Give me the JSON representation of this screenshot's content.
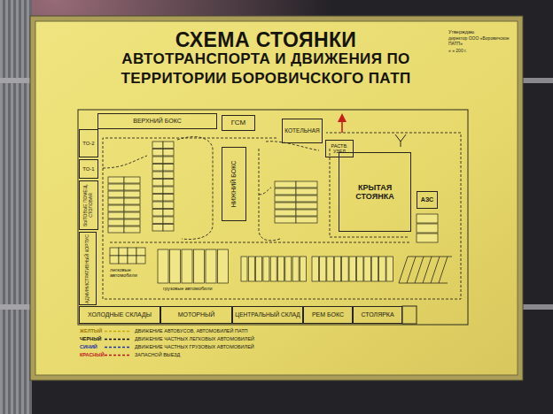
{
  "diagram": {
    "title": "СХЕМА СТОЯНКИ АВТОТРАНСПОРТА И ДВИЖЕНИЯ ПО ТЕРРИТОРИИ БОРОВИЧСКОГО ПАТП",
    "nodes": [
      {
        "text": [
          "ВЕРХНИЙ БОКС"
        ]
      },
      {
        "text": [
          "ГСМ"
        ]
      },
      {
        "text": [
          "КОТЕЛЬНАЯ"
        ]
      },
      {
        "text": [
          "ТО-2"
        ]
      },
      {
        "text": [
          "ТО-1"
        ]
      },
      {
        "text": [
          "РАСТВ. УЗЕЛ"
        ]
      },
      {
        "text": [
          "НИЖНИЙ БОКС"
        ]
      },
      {
        "text": [
          "КРЫТАЯ СТОЯНКА"
        ]
      },
      {
        "text": [
          "БЫТОВЫЕ ПОМЕЩ.",
          "СТОЛОВАЯ"
        ]
      },
      {
        "text": [
          "АЗС"
        ]
      },
      {
        "text": [
          "АДМИНИСТРАТИВНЫЙ КОРПУС"
        ]
      },
      {
        "text": [
          "ХОЛОДНЫЕ СКЛАДЫ"
        ]
      },
      {
        "text": [
          "МОТОРНЫЙ"
        ]
      },
      {
        "text": [
          "ЦЕНТРАЛЬНЫЙ СКЛАД"
        ]
      },
      {
        "text": [
          "РЕМ БОКС"
        ]
      },
      {
        "text": [
          "СТОЛЯРКА"
        ]
      }
    ],
    "labels": [
      "Утверждаю",
      "директор ООО «Боровичское ПАТП»",
      "« » 200 г.",
      "легковые автомобили",
      "грузовые автомобили",
      "ЖЕЛТЫЙ",
      "ЧЕРНЫЙ",
      "СИНИЙ",
      "КРАСНЫЙ"
    ],
    "legend": [
      {
        "text": "ДВИЖЕНИЕ АВТОБУСОВ, АВТОМОБИЛЕЙ ПАТП"
      },
      {
        "text": "ДВИЖЕНИЕ ЧАСТНЫХ ЛЕГКОВЫХ АВТОМОБИЛЕЙ"
      },
      {
        "text": "ДВИЖЕНИЕ ЧАСТНЫХ ГРУЗОВЫХ АВТОМОБИЛЕЙ"
      },
      {
        "text": "ЗАПАСНОЙ ВЫЕЗД"
      }
    ]
  }
}
